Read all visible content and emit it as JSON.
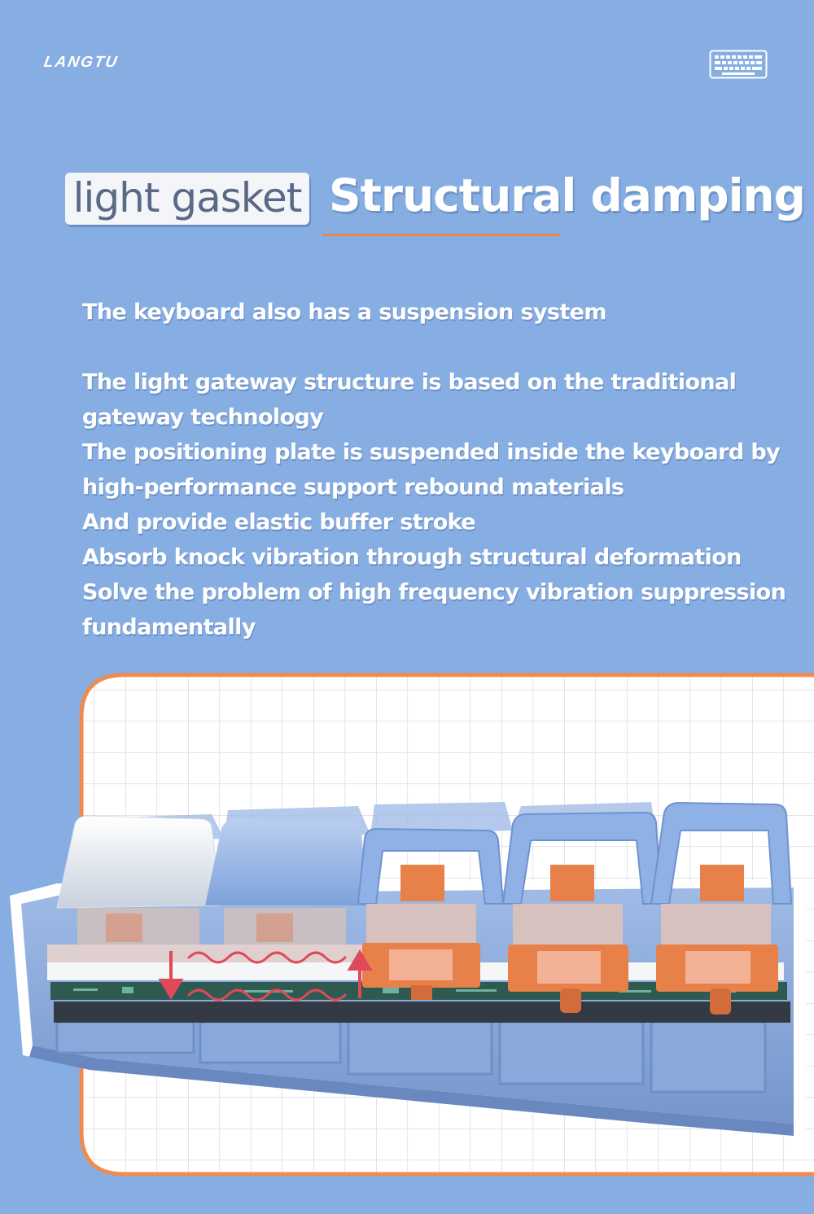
{
  "brand": {
    "logo_text": "LANGTU"
  },
  "icons": {
    "header": "keyboard-icon"
  },
  "heading": {
    "tag": "light gasket",
    "title": "Structural damping"
  },
  "body": {
    "intro": "The keyboard also has a suspension system",
    "lines": [
      "The light gateway structure is based on the traditional",
      "gateway technology",
      "The positioning plate is suspended inside the keyboard by",
      "high-performance support rebound materials",
      "And provide elastic buffer stroke",
      "Absorb knock vibration through structural deformation",
      "Solve the problem of high frequency vibration suppression",
      "fundamentally"
    ]
  },
  "colors": {
    "background": "#87aee2",
    "accent": "#e8874d",
    "switch_orange": "#e8804a",
    "keycap_blue": "#8fb1e6",
    "wave_red": "#e0495a"
  }
}
